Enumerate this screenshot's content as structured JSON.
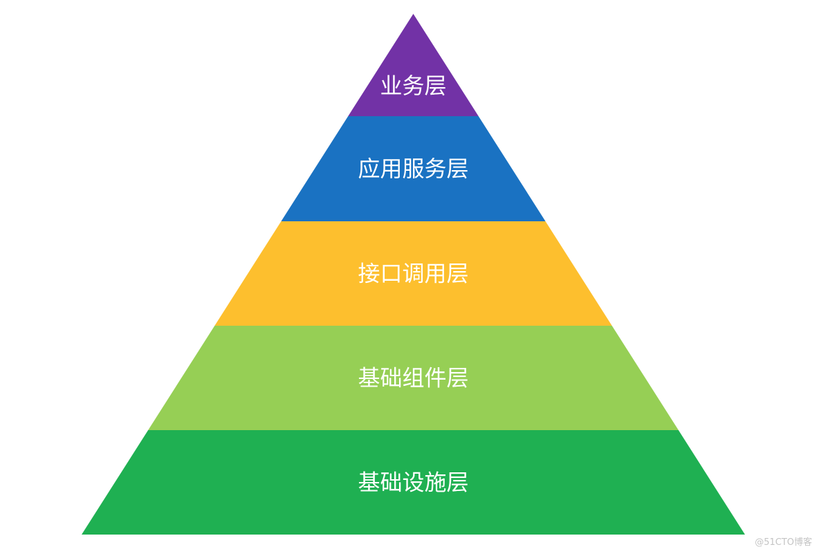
{
  "diagram": {
    "layers": [
      {
        "label": "业务层",
        "color": "#7232a6"
      },
      {
        "label": "应用服务层",
        "color": "#1a72c2"
      },
      {
        "label": "接口调用层",
        "color": "#fdbf2e"
      },
      {
        "label": "基础组件层",
        "color": "#96cf55"
      },
      {
        "label": "基础设施层",
        "color": "#1fb052"
      }
    ]
  },
  "watermark": "@51CTO博客"
}
